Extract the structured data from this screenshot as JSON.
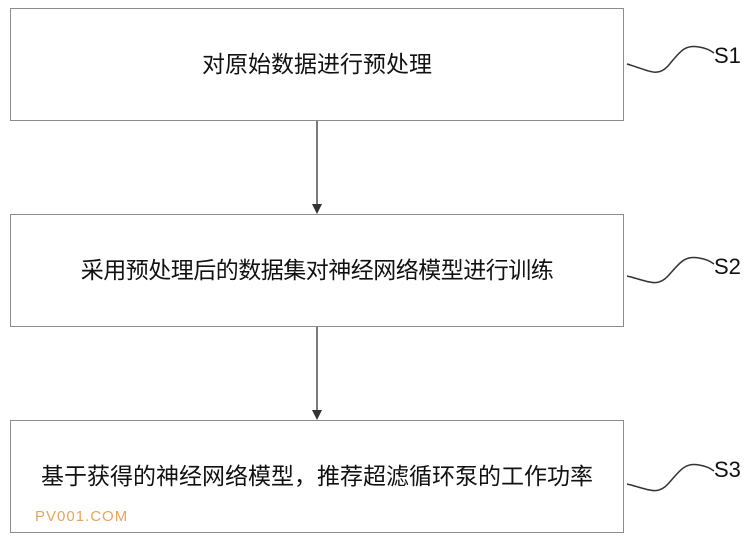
{
  "steps": [
    {
      "id": "S1",
      "text": "对原始数据进行预处理"
    },
    {
      "id": "S2",
      "text": "采用预处理后的数据集对神经网络模型进行训练"
    },
    {
      "id": "S3",
      "text": "基于获得的神经网络模型，推荐超滤循环泵的工作功率"
    }
  ],
  "watermark": "PV001.COM",
  "colors": {
    "box_border": "#8c8c8c",
    "arrow": "#333333",
    "watermark": "#e8a45c"
  }
}
